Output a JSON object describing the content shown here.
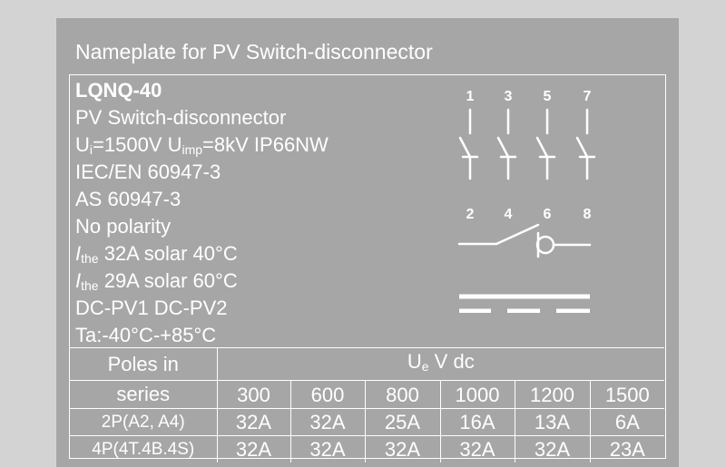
{
  "plate_title": "Nameplate for PV Switch-disconnector",
  "spec": {
    "model": "LQNQ-40",
    "type": "PV Switch-disconnector",
    "ui_prefix": "U",
    "ui_sub": "i",
    "ui_value": "=1500V ",
    "uimp_prefix": "U",
    "uimp_sub": "imp",
    "uimp_value": "=8kV IP66NW",
    "standard_1": "IEC/EN 60947-3",
    "standard_2": "AS 60947-3",
    "polarity": "No polarity",
    "ithe_1_sym": "I",
    "ithe_1_sub": "the",
    "ithe_1_value": " 32A solar 40°C",
    "ithe_2_sym": "I",
    "ithe_2_sub": "the",
    "ithe_2_value": " 29A solar 60°C",
    "categories": "DC-PV1 DC-PV2",
    "ambient": "Ta:-40°C-+85°C"
  },
  "diagram": {
    "top_terminals": [
      "1",
      "3",
      "5",
      "7"
    ],
    "bottom_terminals": [
      "2",
      "4",
      "6",
      "8"
    ]
  },
  "table": {
    "poles_header_line1": "Poles in",
    "poles_header_line2": "series",
    "ue_prefix": "U",
    "ue_sub": "e",
    "ue_suffix": " V dc",
    "voltages": [
      "300",
      "600",
      "800",
      "1000",
      "1200",
      "1500"
    ],
    "rows": [
      {
        "label": "2P(A2, A4)",
        "values": [
          "32A",
          "32A",
          "25A",
          "16A",
          "13A",
          "6A"
        ]
      },
      {
        "label": "4P(4T.4B.4S)",
        "values": [
          "32A",
          "32A",
          "32A",
          "32A",
          "32A",
          "23A"
        ]
      }
    ]
  }
}
